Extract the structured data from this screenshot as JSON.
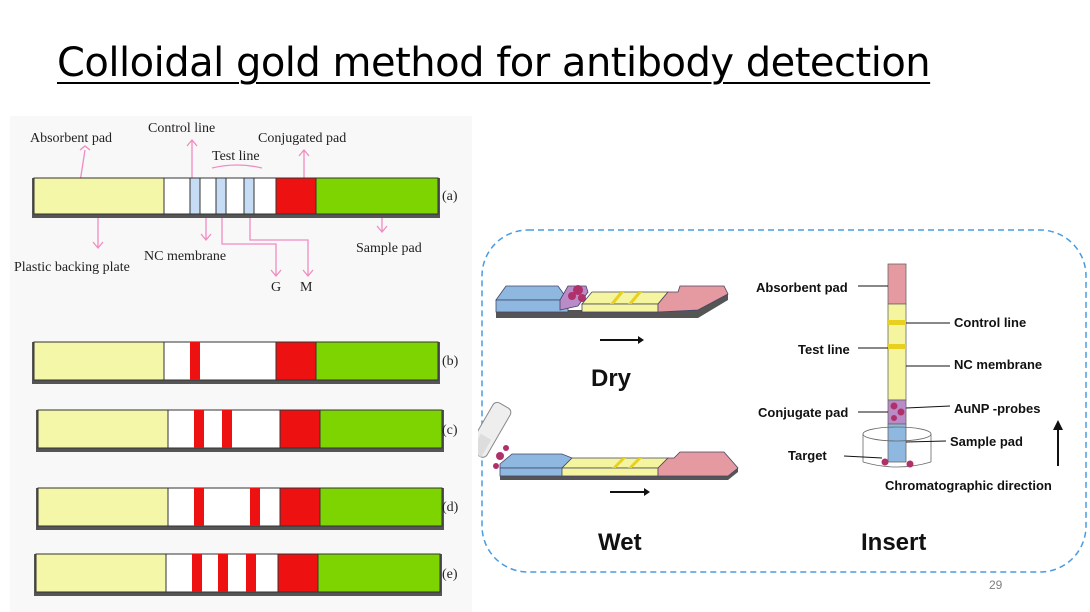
{
  "slide": {
    "title": "Colloidal gold method for antibody detection",
    "page_number": "29"
  },
  "left_figure": {
    "labels": {
      "absorbent_pad": "Absorbent pad",
      "control_line": "Control line",
      "test_line": "Test line",
      "conjugated_pad": "Conjugated pad",
      "plastic_backing_plate": "Plastic backing plate",
      "nc_membrane": "NC membrane",
      "sample_pad": "Sample pad",
      "g": "G",
      "m": "M"
    },
    "strips": [
      {
        "tag": "(a)"
      },
      {
        "tag": "(b)"
      },
      {
        "tag": "(c)"
      },
      {
        "tag": "(d)"
      },
      {
        "tag": "(e)"
      }
    ],
    "colors": {
      "absorbent": "#f5f7a8",
      "sample": "#7ed400",
      "conjugate": "#ee1111",
      "line_blue": "#c6dcf5",
      "band_red": "#ee1111",
      "annotation": "#f08cc0"
    }
  },
  "right_figure": {
    "captions": {
      "dry": "Dry",
      "wet": "Wet",
      "insert": "Insert"
    },
    "labels": {
      "absorbent_pad": "Absorbent pad",
      "control_line": "Control line",
      "test_line": "Test line",
      "nc_membrane": "NC membrane",
      "conjugate_pad": "Conjugate pad",
      "aunp_probes": "AuNP -probes",
      "sample_pad": "Sample pad",
      "target": "Target",
      "chromatographic_direction": "Chromatographic direction"
    },
    "colors": {
      "border": "#4a9be0",
      "blue_pad": "#8fb8e0",
      "yellow_membrane": "#f5f5a0",
      "pink_pad": "#e49aa0",
      "gold_line": "#e8d020",
      "probe": "#b0306a"
    }
  }
}
